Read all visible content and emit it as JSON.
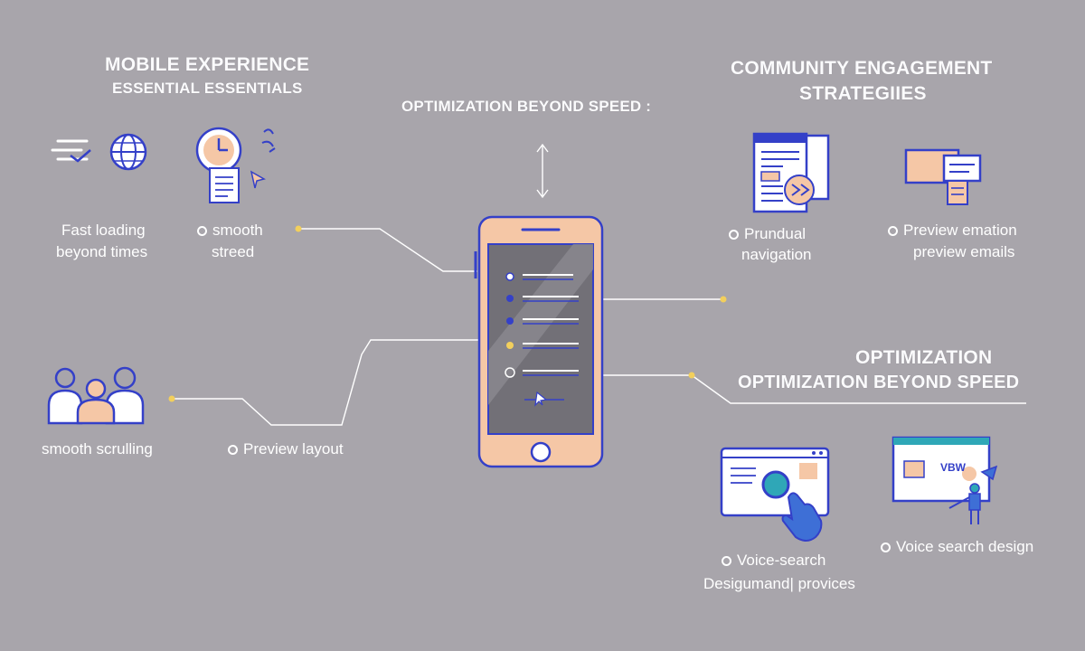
{
  "left": {
    "title_line1": "MOBILE EXPERIENCE",
    "title_line2": "ESSENTIAL ESSENTIALS",
    "item1_line1": "Fast loading",
    "item1_line2": "beyond times",
    "item2_line1": "smooth",
    "item2_line2": "streed",
    "item3": "smooth scrulling",
    "item4": "Preview layout"
  },
  "center": {
    "title": "OPTIMIZATION BEYOND SPEED :"
  },
  "right_top": {
    "title_line1": "COMMUNITY ENGAGEMENT",
    "title_line2": "STRATEGIIES",
    "item1_line1": "Prundual",
    "item1_line2": "navigation",
    "item2_line1": "Preview emation",
    "item2_line2": "preview emails"
  },
  "right_bottom": {
    "title_line1": "OPTIMIZATION",
    "title_line2": "OPTIMIZATION BEYOND SPEED",
    "item1_line1": "Voice-search",
    "item1_line2": "Desigumand| provices",
    "item2": "Voice search design",
    "screen_text": "VBW"
  },
  "colors": {
    "background": "#a8a5ab",
    "accent_blue": "#3440c8",
    "accent_peach": "#f5c7a6",
    "dot_yellow": "#f2cf5c"
  }
}
